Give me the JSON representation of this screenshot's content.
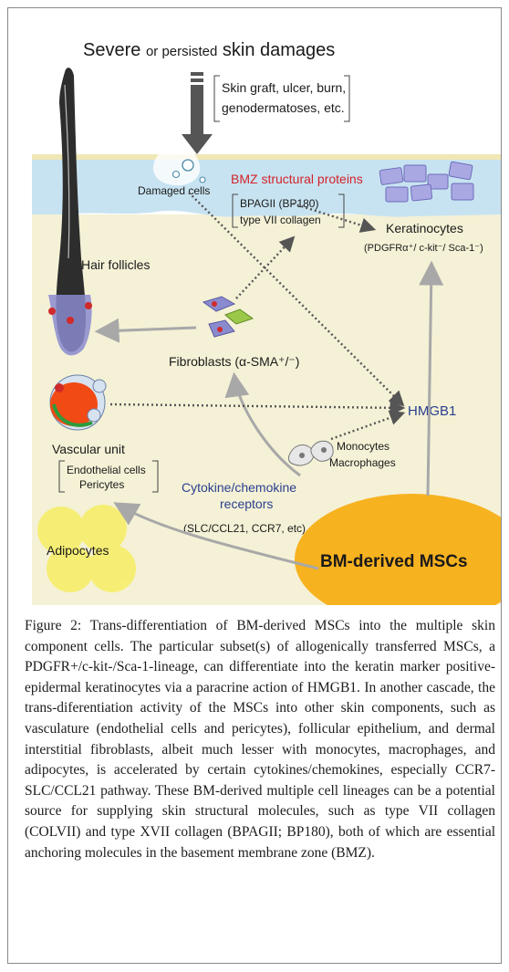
{
  "figure": {
    "title_parts": [
      "Severe",
      "or persisted",
      "skin damages"
    ],
    "causes_lines": [
      "Skin graft, ulcer, burn,",
      "genodermatoses, etc."
    ],
    "damaged_cells": "Damaged cells",
    "bmz_title": "BMZ structural proteins",
    "bmz_items": [
      "BPAGII (BP180)",
      "type VII collagen"
    ],
    "keratinocytes": "Keratinocytes",
    "keratinocytes_markers": "(PDGFRα⁺/ c-kit⁻/ Sca-1⁻)",
    "hair_follicles": "Hair follicles",
    "fibroblasts": "Fibroblasts (α-SMA⁺/⁻)",
    "hmgb1": "HMGB1",
    "vascular_unit": "Vascular unit",
    "vascular_items": [
      "Endothelial cells",
      "Pericytes"
    ],
    "monocytes": [
      "Monocytes",
      "Macrophages"
    ],
    "cytokine_lines": [
      "Cytokine/chemokine",
      "receptors"
    ],
    "cytokine_examples": "(SLC/CCL21, CCR7, etc)",
    "adipocytes": "Adipocytes",
    "msc": "BM-derived MSCs"
  },
  "caption": "Figure 2: Trans-differentiation of BM-derived MSCs into the multiple skin component cells. The particular subset(s) of allogenically transferred MSCs, a PDGFR+/c-kit-/Sca-1-lineage, can differentiate into the keratin marker positive-epidermal keratinocytes via a paracrine action of HMGB1. In another cascade, the trans-diferentiation activity of the MSCs into other skin components, such as vasculature (endothelial cells and pericytes), follicular epithelium, and dermal interstitial fibroblasts, albeit much lesser with monocytes, macrophages, and adipocytes, is accelerated by certain cytokines/chemokines, especially CCR7-SLC/CCL21 pathway. These BM-derived multiple cell lineages can be a potential source for supplying skin structural molecules, such as type VII collagen (COLVII) and type XVII collagen (BPAGII; BP180), both of which are essential anchoring molecules in the basement membrane zone (BMZ).",
  "colors": {
    "epidermis": "#c7e3f1",
    "dermis": "#f4f1d6",
    "msc": "#f7b21f",
    "adipocyte": "#f7ee6a",
    "keratinocyte": "#a9a8e3",
    "vessel": "#f24a14",
    "bmz_red": "#d4232a",
    "hmgb1_blue": "#2a3f8f"
  }
}
